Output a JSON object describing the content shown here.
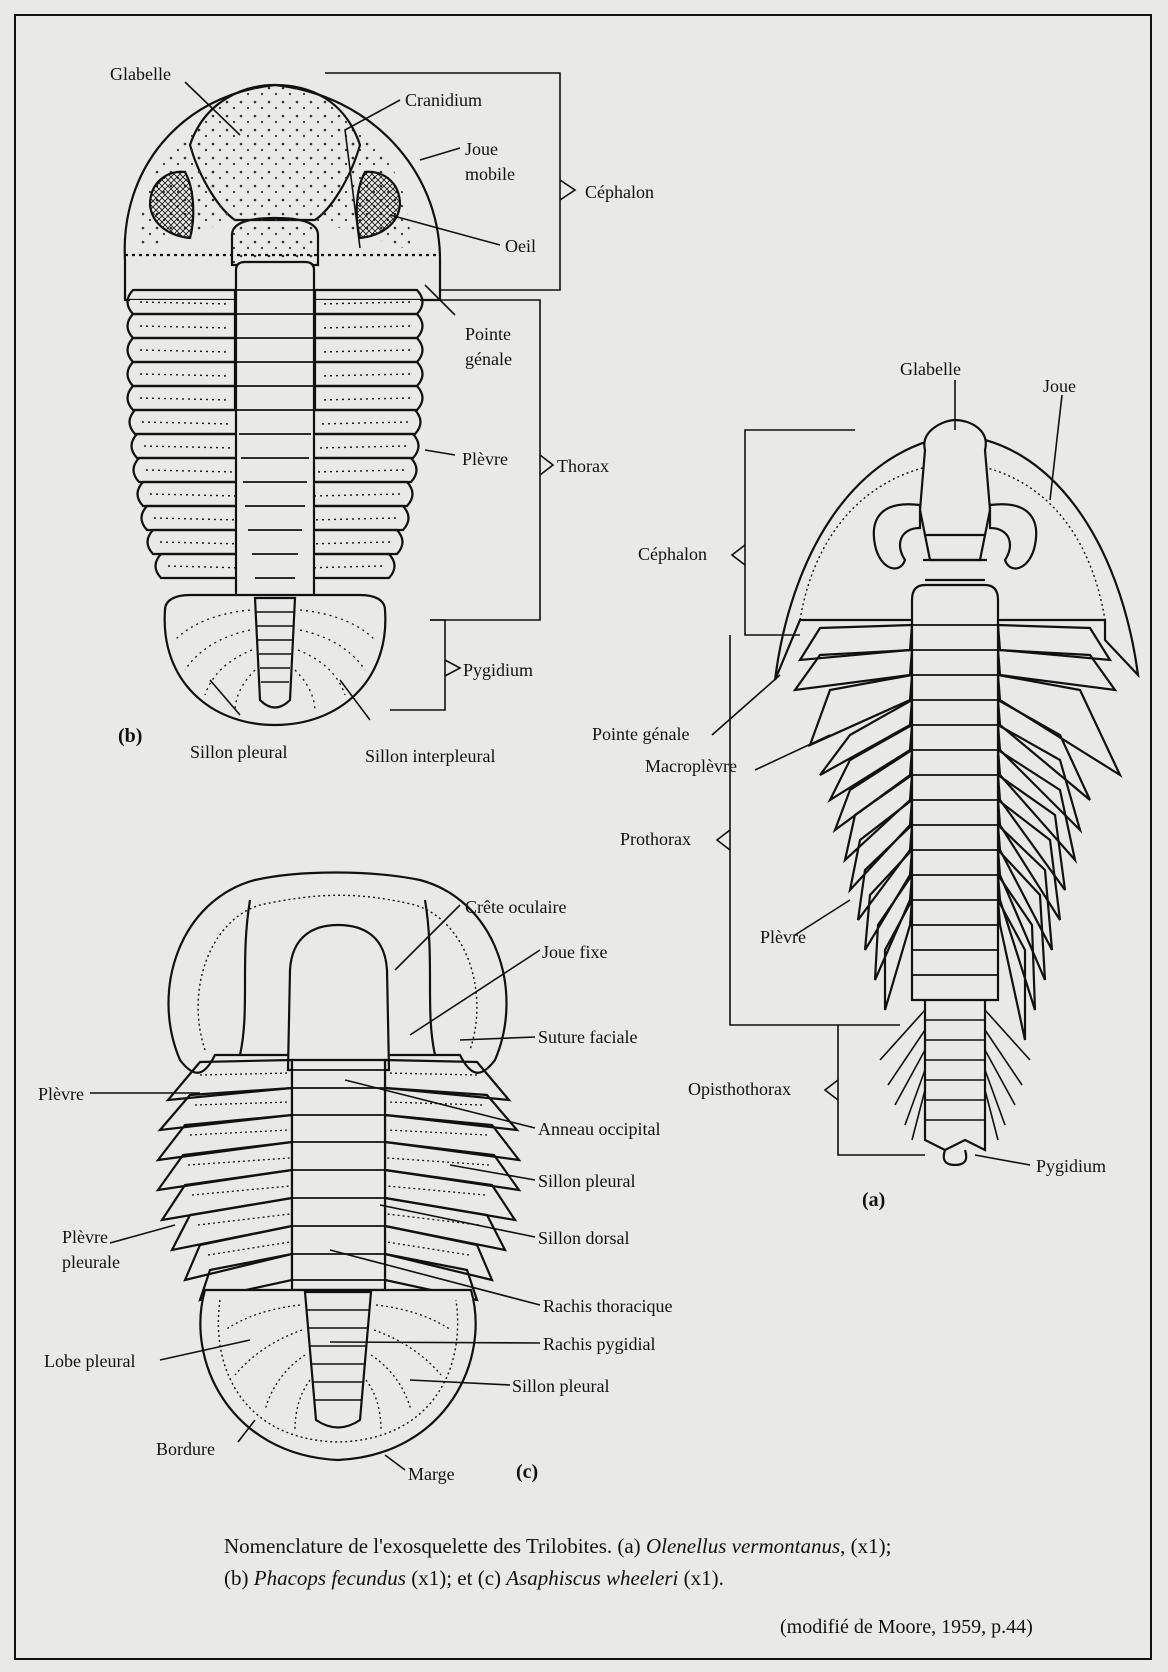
{
  "figure_b": {
    "panel": "(b)",
    "labels": {
      "glabelle": "Glabelle",
      "cranidium": "Cranidium",
      "joue_mobile_1": "Joue",
      "joue_mobile_2": "mobile",
      "oeil": "Oeil",
      "cephalon": "Céphalon",
      "pointe_genale_1": "Pointe",
      "pointe_genale_2": "génale",
      "plevre": "Plèvre",
      "thorax": "Thorax",
      "pygidium": "Pygidium",
      "sillon_pleural": "Sillon pleural",
      "sillon_interpleural": "Sillon interpleural"
    }
  },
  "figure_a": {
    "panel": "(a)",
    "labels": {
      "glabelle": "Glabelle",
      "joue": "Joue",
      "cephalon": "Céphalon",
      "pointe_genale": "Pointe génale",
      "macroplevre": "Macroplèvre",
      "prothorax": "Prothorax",
      "plevre": "Plèvre",
      "opisthothorax": "Opisthothorax",
      "pygidium": "Pygidium"
    }
  },
  "figure_c": {
    "panel": "(c)",
    "labels": {
      "crete_oculaire": "Crête oculaire",
      "joue_fixe": "Joue fixe",
      "suture_faciale": "Suture faciale",
      "plevre": "Plèvre",
      "anneau_occipital": "Anneau occipital",
      "sillon_pleural": "Sillon pleural",
      "sillon_dorsal": "Sillon dorsal",
      "plevre_pleurale_1": "Plèvre",
      "plevre_pleurale_2": "pleurale",
      "rachis_thoracique": "Rachis thoracique",
      "rachis_pygidial": "Rachis pygidial",
      "lobe_pleural": "Lobe pleural",
      "sillon_pleural_2": "Sillon pleural",
      "bordure": "Bordure",
      "marge": "Marge"
    }
  },
  "caption": {
    "part1": "Nomenclature de l'exosquelette des Trilobites. (a) ",
    "species_a": "Olenellus vermontanus",
    "part2": ", (x1);",
    "part3": "(b) ",
    "species_b": "Phacops fecundus",
    "part4": " (x1); et (c) ",
    "species_c": "Asaphiscus wheeleri",
    "part5": " (x1)."
  },
  "source": "(modifié de Moore, 1959, p.44)"
}
